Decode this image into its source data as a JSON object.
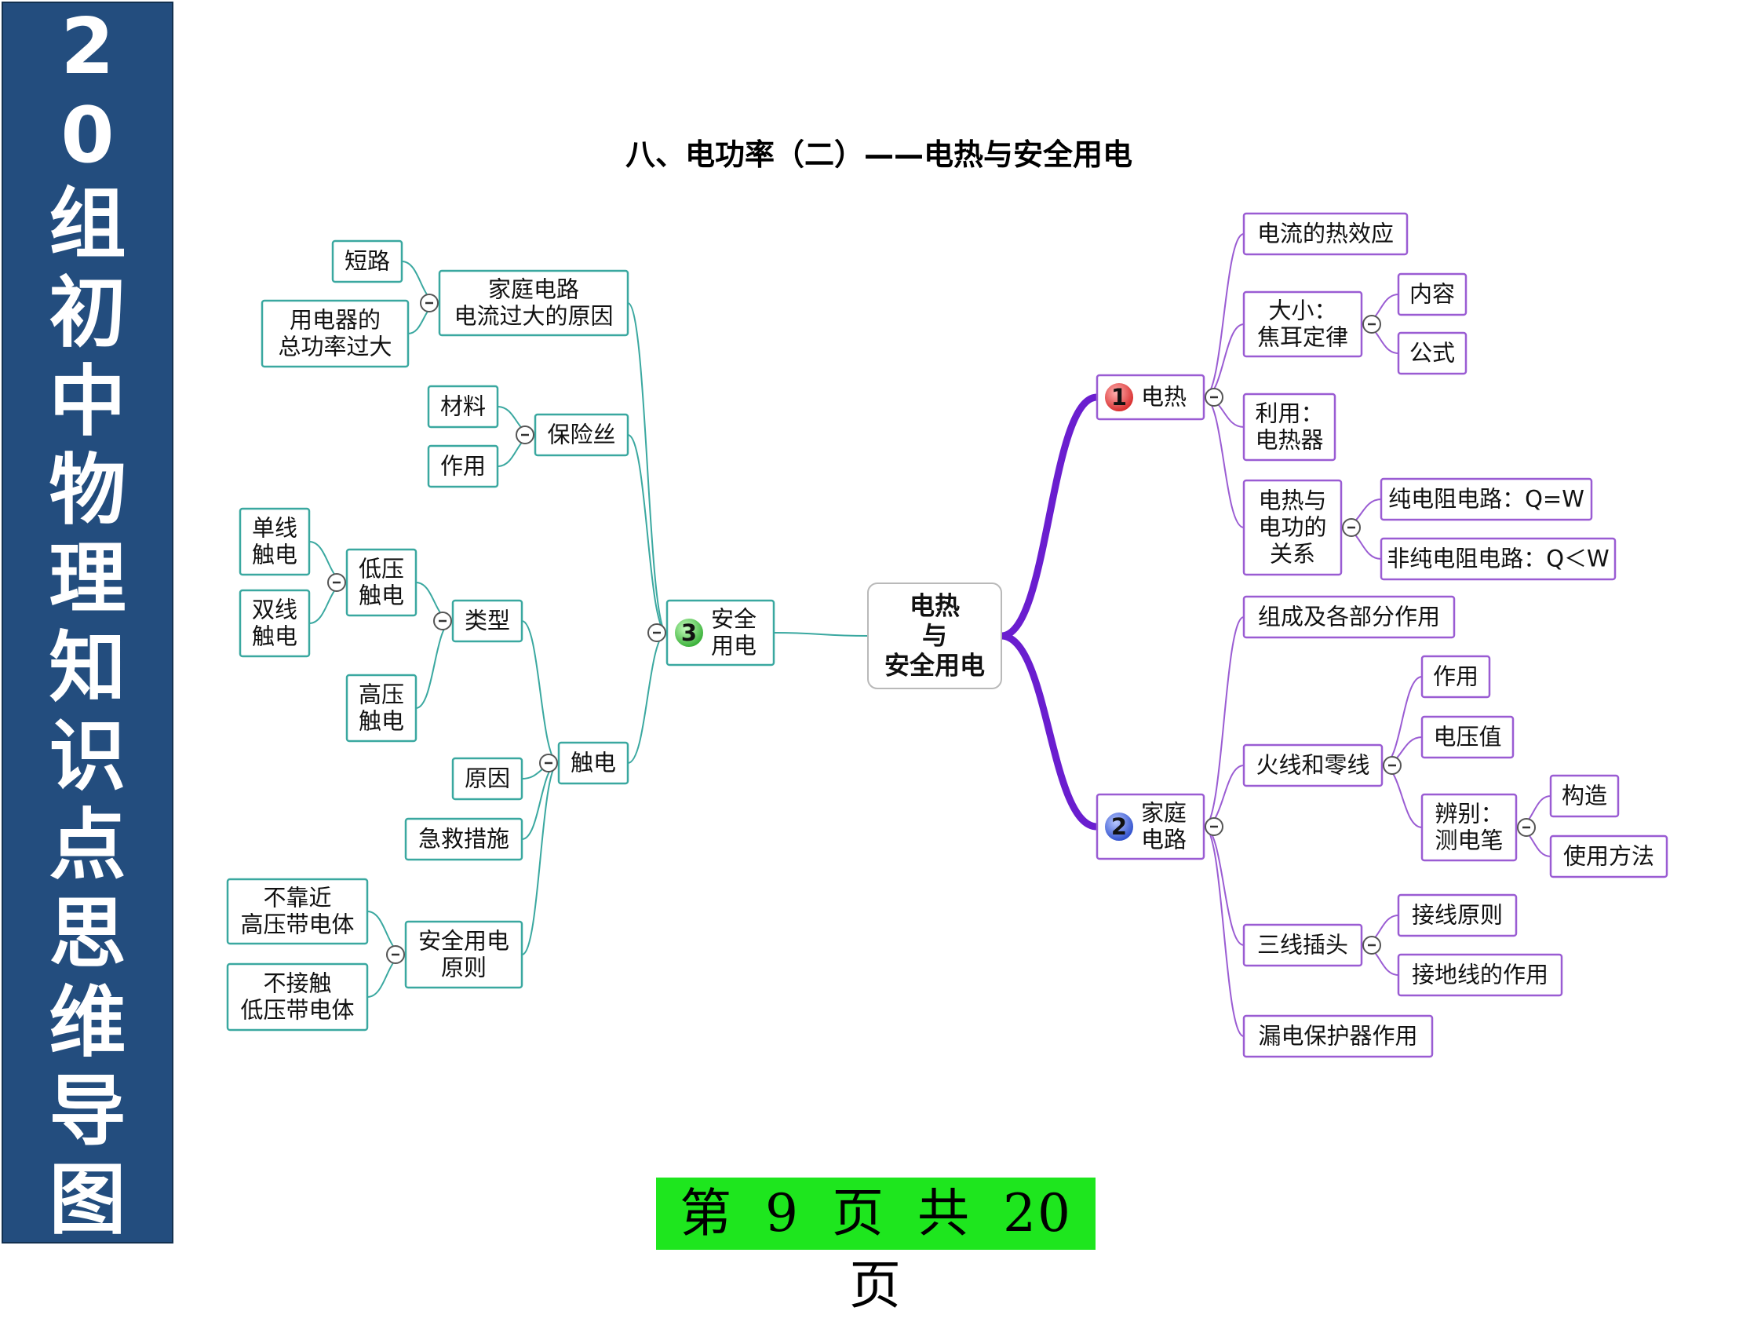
{
  "sidebar": {
    "chars": [
      "2",
      "0",
      "组",
      "初",
      "中",
      "物",
      "理",
      "知",
      "识",
      "点",
      "思",
      "维",
      "导",
      "图"
    ]
  },
  "title": "八、电功率（二）——电热与安全用电",
  "center": {
    "lines": [
      "电热",
      "与",
      "安全用电"
    ]
  },
  "branches": {
    "b1": {
      "number": "1",
      "label": [
        "电热"
      ],
      "color": "#e03c3c"
    },
    "b2": {
      "number": "2",
      "label": [
        "家庭",
        "电路"
      ],
      "color": "#3a64d8"
    },
    "b3": {
      "number": "3",
      "label": [
        "安全",
        "用电"
      ],
      "color": "#3cb83c"
    }
  },
  "nodes": {
    "n_rlxy": [
      "电流的热效应"
    ],
    "n_dx": [
      "大小：",
      "焦耳定律"
    ],
    "n_nr": [
      "内容"
    ],
    "n_gs": [
      "公式"
    ],
    "n_ly": [
      "利用：",
      "电热器"
    ],
    "n_gx": [
      "电热与",
      "电功的",
      "关系"
    ],
    "n_cdz": [
      "纯电阻电路：Q=W"
    ],
    "n_fcdz": [
      "非纯电阻电路：Q＜W"
    ],
    "n_zc": [
      "组成及各部分作用"
    ],
    "n_hx": [
      "火线和零线"
    ],
    "n_zy2": [
      "作用"
    ],
    "n_dyz": [
      "电压值"
    ],
    "n_bb": [
      "辨别：",
      "测电笔"
    ],
    "n_gz": [
      "构造"
    ],
    "n_syff": [
      "使用方法"
    ],
    "n_sxct": [
      "三线插头"
    ],
    "n_jxyz": [
      "接线原则"
    ],
    "n_jdx": [
      "接地线的作用"
    ],
    "n_ld": [
      "漏电保护器作用"
    ],
    "n_jtdl": [
      "家庭电路",
      "电流过大的原因"
    ],
    "n_dl": [
      "短路"
    ],
    "n_yqd": [
      "用电器的",
      "总功率过大"
    ],
    "n_bxs": [
      "保险丝"
    ],
    "n_cl": [
      "材料"
    ],
    "n_zy1": [
      "作用"
    ],
    "n_cd": [
      "触电"
    ],
    "n_lx": [
      "类型"
    ],
    "n_dyc": [
      "低压",
      "触电"
    ],
    "n_dxc": [
      "单线",
      "触电"
    ],
    "n_sxc": [
      "双线",
      "触电"
    ],
    "n_gyc": [
      "高压",
      "触电"
    ],
    "n_yy": [
      "原因"
    ],
    "n_jj": [
      "急救措施"
    ],
    "n_aqyz": [
      "安全用电",
      "原则"
    ],
    "n_bkj": [
      "不靠近",
      "高压带电体"
    ],
    "n_bjc": [
      "不接触",
      "低压带电体"
    ]
  },
  "footer": "第 9 页 共 20 页"
}
